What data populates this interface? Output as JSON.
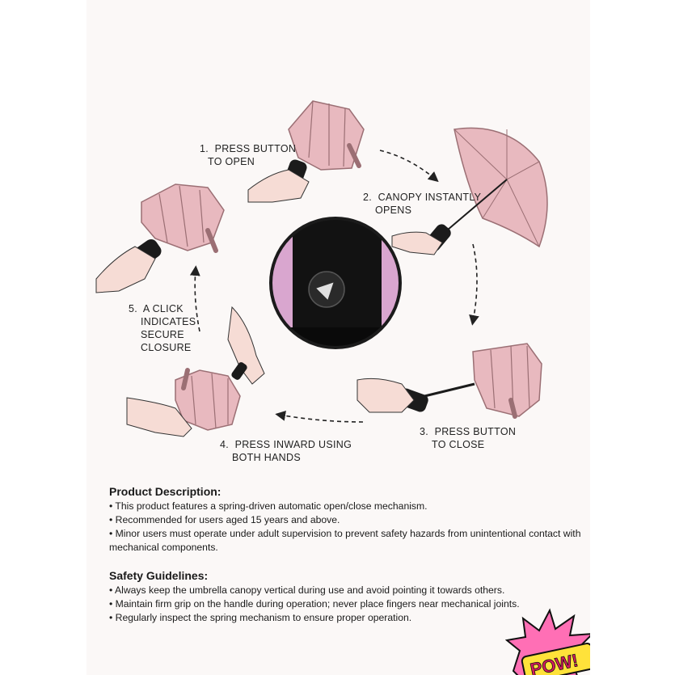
{
  "colors": {
    "canopy": "#e8b9bf",
    "canopy_edge": "#9b6f74",
    "handle": "#1b1b1b",
    "skin": "#f6dcd5",
    "circle_bg": "#d9a6cf",
    "pow_pink": "#ff6fb5",
    "pow_yellow": "#ffe23a"
  },
  "steps": [
    {
      "num": "1.",
      "lines": [
        "1.  PRESS BUTTON",
        "TO OPEN"
      ]
    },
    {
      "num": "2.",
      "lines": [
        "2.  CANOPY INSTANTLY",
        "OPENS"
      ]
    },
    {
      "num": "3.",
      "lines": [
        "3.  PRESS BUTTON",
        "TO CLOSE"
      ]
    },
    {
      "num": "4.",
      "lines": [
        "4.  PRESS INWARD USING",
        "BOTH HANDS"
      ]
    },
    {
      "num": "5.",
      "lines": [
        "5.  A CLICK",
        "INDICATES",
        "SECURE",
        "CLOSURE"
      ]
    }
  ],
  "product_description": {
    "heading": "Product Description:",
    "items": [
      "• This product features a spring-driven automatic open/close mechanism.",
      "• Recommended for users aged 15 years and above.",
      "• Minor users must operate under adult supervision to prevent safety hazards from unintentional contact with mechanical components."
    ]
  },
  "safety_guidelines": {
    "heading": "Safety Guidelines:",
    "items": [
      "• Always keep the umbrella canopy vertical during use and avoid pointing it towards others.",
      "• Maintain firm grip on the handle during operation; never place fingers near mechanical joints.",
      "• Regularly inspect the spring mechanism to ensure proper operation."
    ]
  },
  "badge": {
    "text": "POW!"
  }
}
